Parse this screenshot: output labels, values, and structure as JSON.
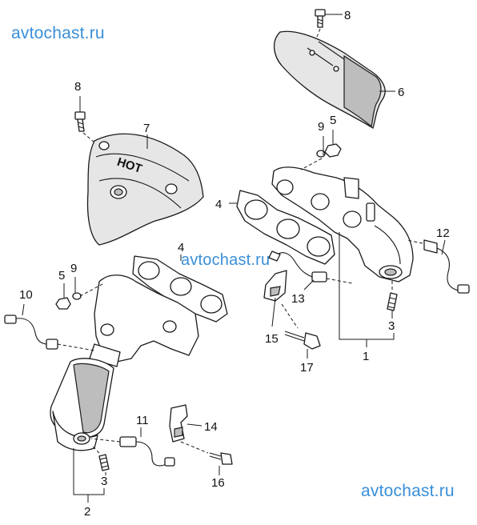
{
  "watermarks": {
    "top": "avtochast.ru",
    "middle": "avtochast.ru",
    "bottom": "avtochast.ru"
  },
  "heat_shield_text": "HOT",
  "callouts": {
    "c1": "1",
    "c2": "2",
    "c3a": "3",
    "c3b": "3",
    "c4a": "4",
    "c4b": "4",
    "c5a": "5",
    "c5b": "5",
    "c6": "6",
    "c7": "7",
    "c8a": "8",
    "c8b": "8",
    "c9a": "9",
    "c9b": "9",
    "c10": "10",
    "c11": "11",
    "c12": "12",
    "c13": "13",
    "c14": "14",
    "c15": "15",
    "c16": "16",
    "c17": "17"
  }
}
